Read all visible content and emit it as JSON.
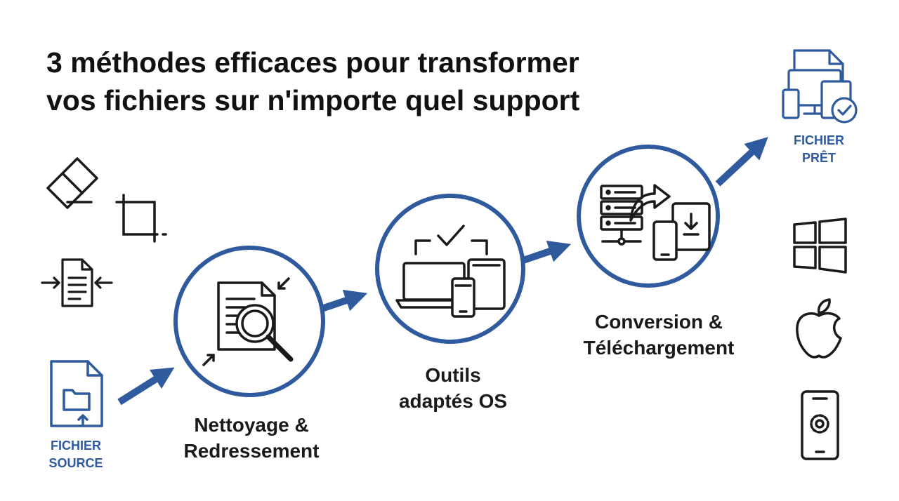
{
  "title": {
    "line1": "3 méthodes efficaces pour transformer",
    "line2": "vos fichiers sur n'importe quel support"
  },
  "colors": {
    "accent": "#2f5a9e",
    "ink": "#1a1a1a",
    "background": "#ffffff"
  },
  "source": {
    "line1": "FICHIER",
    "line2": "SOURCE",
    "icon": "document-folder-upload-icon"
  },
  "result": {
    "line1": "FICHIER",
    "line2": "PRÊT",
    "icon": "multi-device-check-icon"
  },
  "steps": [
    {
      "line1": "Nettoyage &",
      "line2": "Redressement",
      "icon": "document-magnifier-icon"
    },
    {
      "line1": "Outils",
      "line2": "adaptés OS",
      "icon": "devices-check-icon"
    },
    {
      "line1": "Conversion &",
      "line2": "Téléchargement",
      "icon": "server-transfer-download-icon"
    }
  ],
  "side_tools": [
    "eraser-icon",
    "crop-icon",
    "compress-document-icon"
  ],
  "platforms": [
    "windows-icon",
    "apple-icon",
    "mobile-settings-icon"
  ]
}
